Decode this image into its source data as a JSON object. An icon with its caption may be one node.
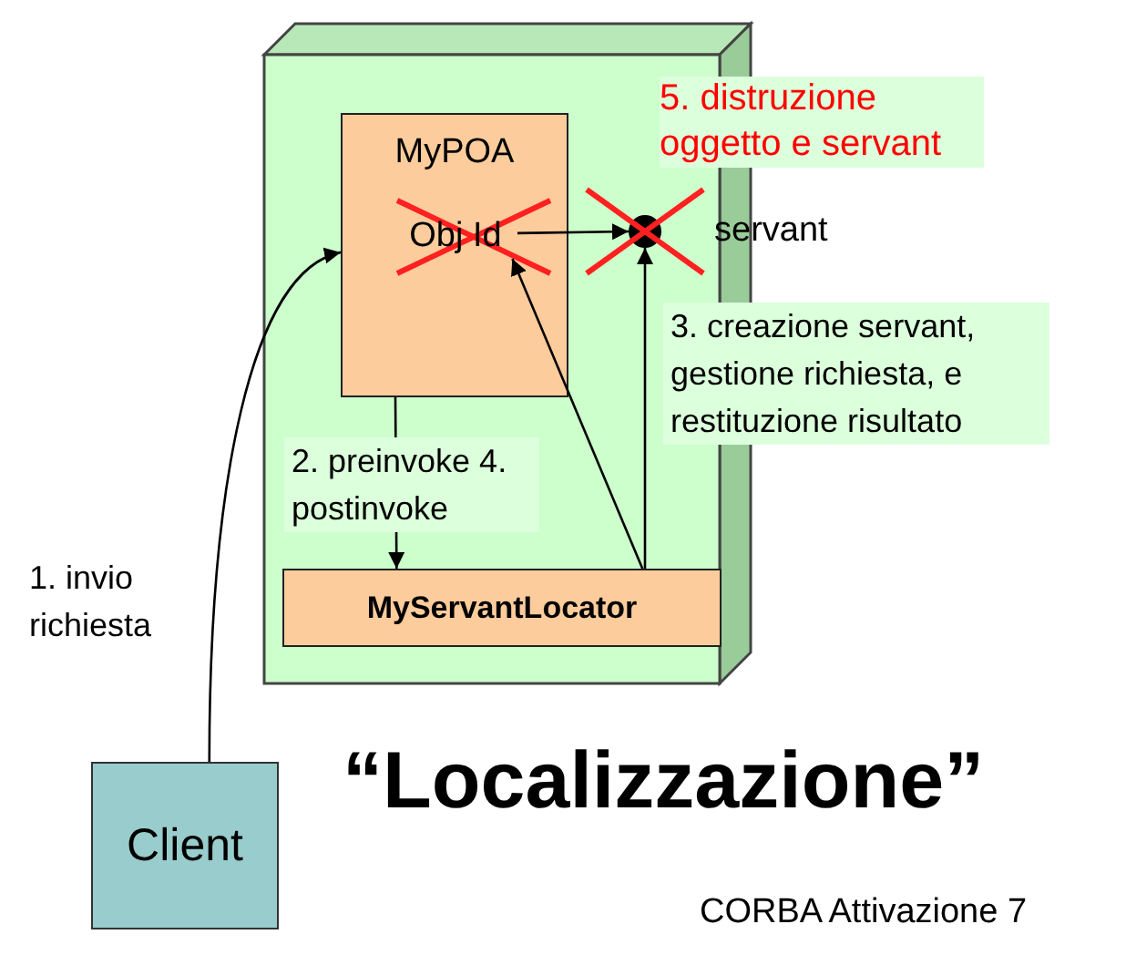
{
  "diagram": {
    "title": "“Localizzazione”",
    "nodes": [
      {
        "text": [],
        "shape": "box"
      },
      {
        "text": [
          "MyPOA"
        ],
        "in": 0
      },
      {
        "text": [
          "Obj Id"
        ],
        "in": 1
      },
      {
        "text": [],
        "shape": "circle",
        "in": 0,
        "beside": [
          "servant"
        ]
      },
      {
        "text": [
          "MyServantLocator"
        ],
        "in": 0
      },
      {
        "text": [
          "Client"
        ]
      }
    ],
    "edges": [
      {
        "from": 5,
        "to": 1,
        "arrow": "to",
        "label": "1. invio richiesta"
      },
      {
        "from": 2,
        "to": 3,
        "arrow": "to"
      },
      {
        "from": 1,
        "to": 4,
        "arrow": "to",
        "label": "2. preinvoke 4. postinvoke"
      },
      {
        "from": 4,
        "to": 2,
        "arrow": "to"
      },
      {
        "from": 4,
        "to": 3,
        "arrow": "to",
        "label": "3. creazione servant, gestione richiesta, e restituzione risultato"
      }
    ],
    "labels": [
      "5. distruzione oggetto e servant",
      "CORBA Attivazione 7"
    ]
  }
}
